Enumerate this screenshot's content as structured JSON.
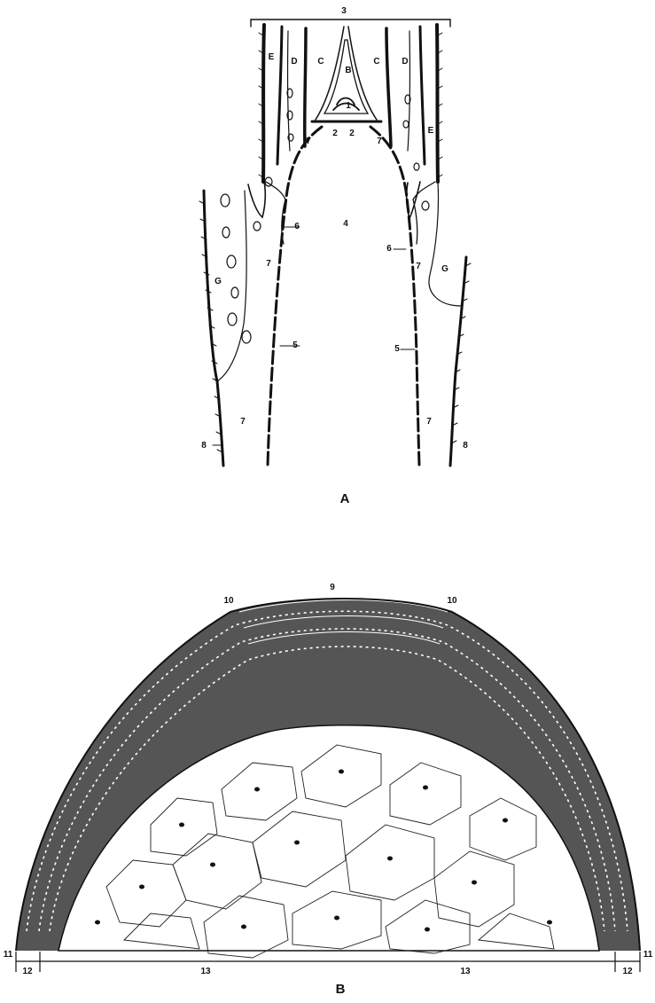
{
  "figure_a": {
    "caption": "A",
    "labels": {
      "n1": "1",
      "n2a": "2",
      "n2b": "2",
      "n3": "3",
      "n4": "4",
      "n5l": "5",
      "n5r": "5",
      "n6l": "6",
      "n6r": "6",
      "n7a": "7",
      "n7b": "7",
      "n7c": "7",
      "n7d": "7",
      "n7e": "7",
      "n7f": "7",
      "n8l": "8",
      "n8r": "8",
      "B": "B",
      "Cl": "C",
      "Cr": "C",
      "Dl": "D",
      "Dr": "D",
      "El": "E",
      "Er": "E",
      "Gl": "G",
      "Gr": "G"
    }
  },
  "figure_b": {
    "caption": "B",
    "labels": {
      "n9": "9",
      "n10l": "10",
      "n10r": "10",
      "n11l": "11",
      "n11r": "11",
      "n12l": "12",
      "n12r": "12",
      "n13l": "13",
      "n13r": "13"
    }
  }
}
